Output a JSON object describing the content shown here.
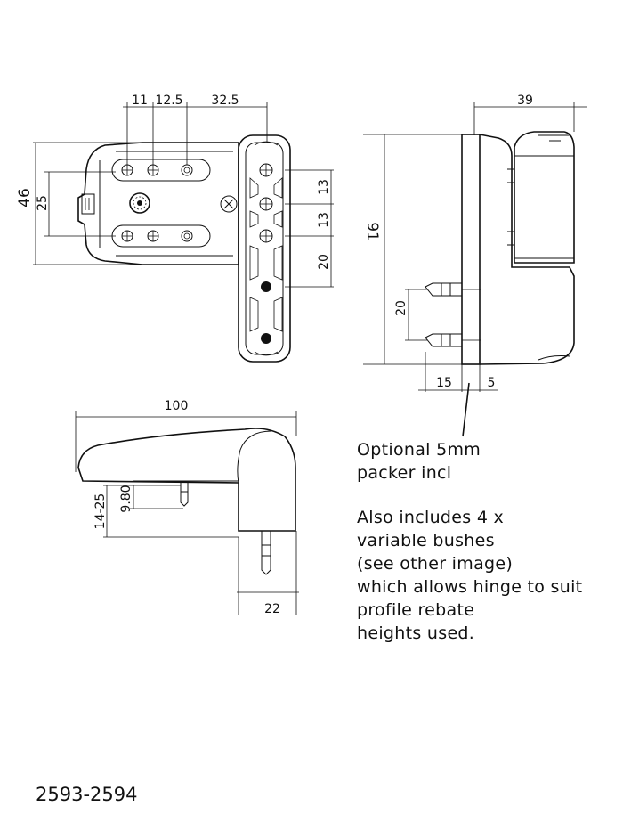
{
  "top_view": {
    "dims": {
      "d11": "11",
      "d12_5": "12.5",
      "d32_5": "32.5",
      "d46": "46",
      "d25": "25",
      "d13a": "13",
      "d13b": "13",
      "d20": "20"
    }
  },
  "side_view": {
    "dims": {
      "d39": "39",
      "d91": "91",
      "d20": "20",
      "d15": "15",
      "d5": "5"
    }
  },
  "front_view": {
    "dims": {
      "d100": "100",
      "d14_25": "14-25",
      "d9_80": "9.80",
      "d22": "22"
    }
  },
  "notes": {
    "packer": [
      "Optional 5mm",
      "packer incl"
    ],
    "also": [
      "Also includes 4 x",
      "variable bushes",
      "(see other image)",
      "which allows hinge to suit",
      "profile rebate",
      "heights used."
    ]
  },
  "part_code": "2593-2594",
  "colors": {
    "line": "#111111",
    "background": "#ffffff"
  }
}
